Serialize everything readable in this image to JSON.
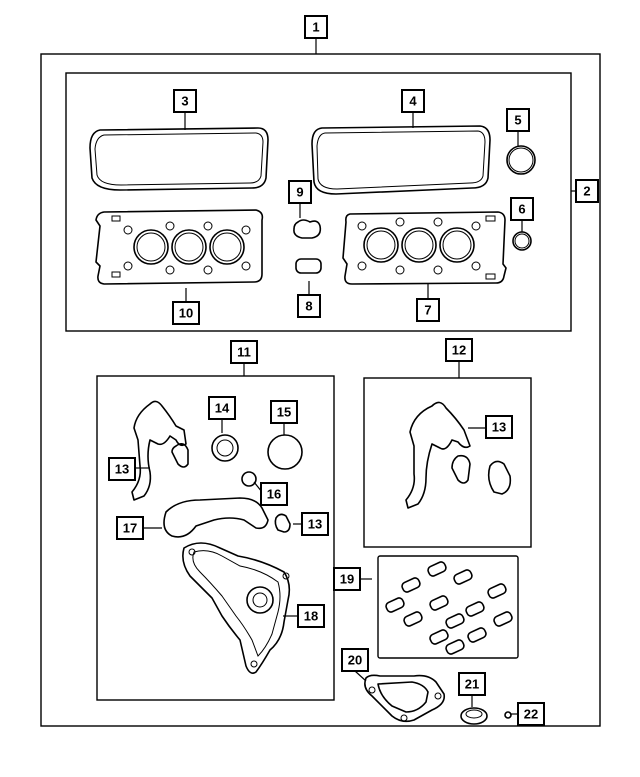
{
  "callouts": {
    "c1": "1",
    "c2": "2",
    "c3": "3",
    "c4": "4",
    "c5": "5",
    "c6": "6",
    "c7": "7",
    "c8": "8",
    "c9": "9",
    "c10": "10",
    "c11": "11",
    "c12": "12",
    "c13a": "13",
    "c13b": "13",
    "c13c": "13",
    "c14": "14",
    "c15": "15",
    "c16": "16",
    "c17": "17",
    "c18": "18",
    "c19": "19",
    "c20": "20",
    "c21": "21",
    "c22": "22"
  }
}
